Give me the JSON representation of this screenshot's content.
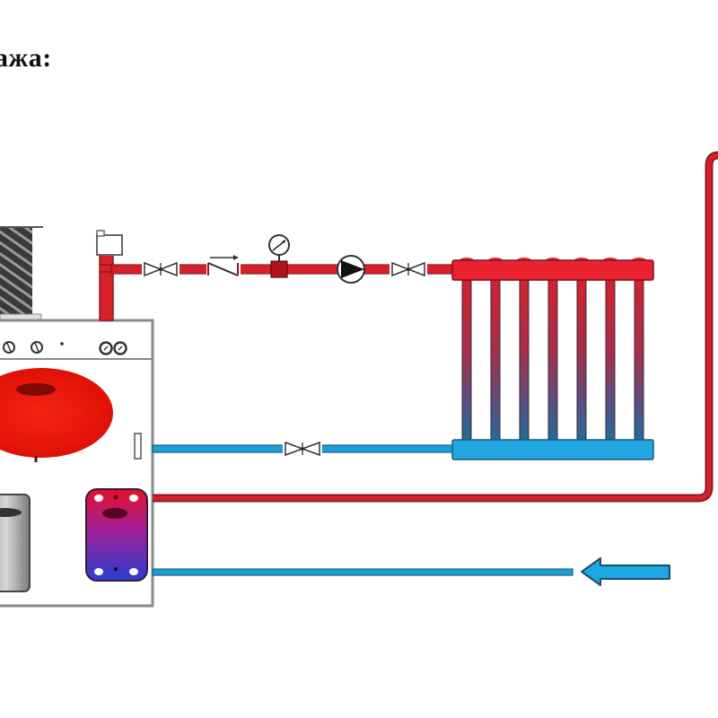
{
  "caption": "ажа:",
  "colors": {
    "hot_pipe": "#d8202a",
    "hot_pipe_dark": "#8e1a22",
    "cold_pipe": "#1aa0d8",
    "cold_pipe_dark": "#1d5f82",
    "expansion_tank": "#e8160e",
    "radiator_top": "#ea2230",
    "radiator_bottom": "#22a6e0",
    "arrow": "#1aa8e0"
  },
  "components": {
    "chimney": "chimney-flue",
    "boiler": "boiler-unit",
    "air_vent": "automatic-air-vent",
    "supply_valve_1": "ball-valve",
    "check_valve": "check-valve",
    "pressure_gauge": "manometer",
    "pump": "circulation-pump",
    "supply_valve_2": "ball-valve",
    "radiator": "radiator",
    "radiator_sections": 7,
    "return_valve": "ball-valve",
    "expansion_tank": "expansion-tank",
    "water_heater": "storage-tank",
    "heat_exchanger": "plate-heat-exchanger",
    "inlet_arrow": "cold-water-inlet-arrow"
  }
}
